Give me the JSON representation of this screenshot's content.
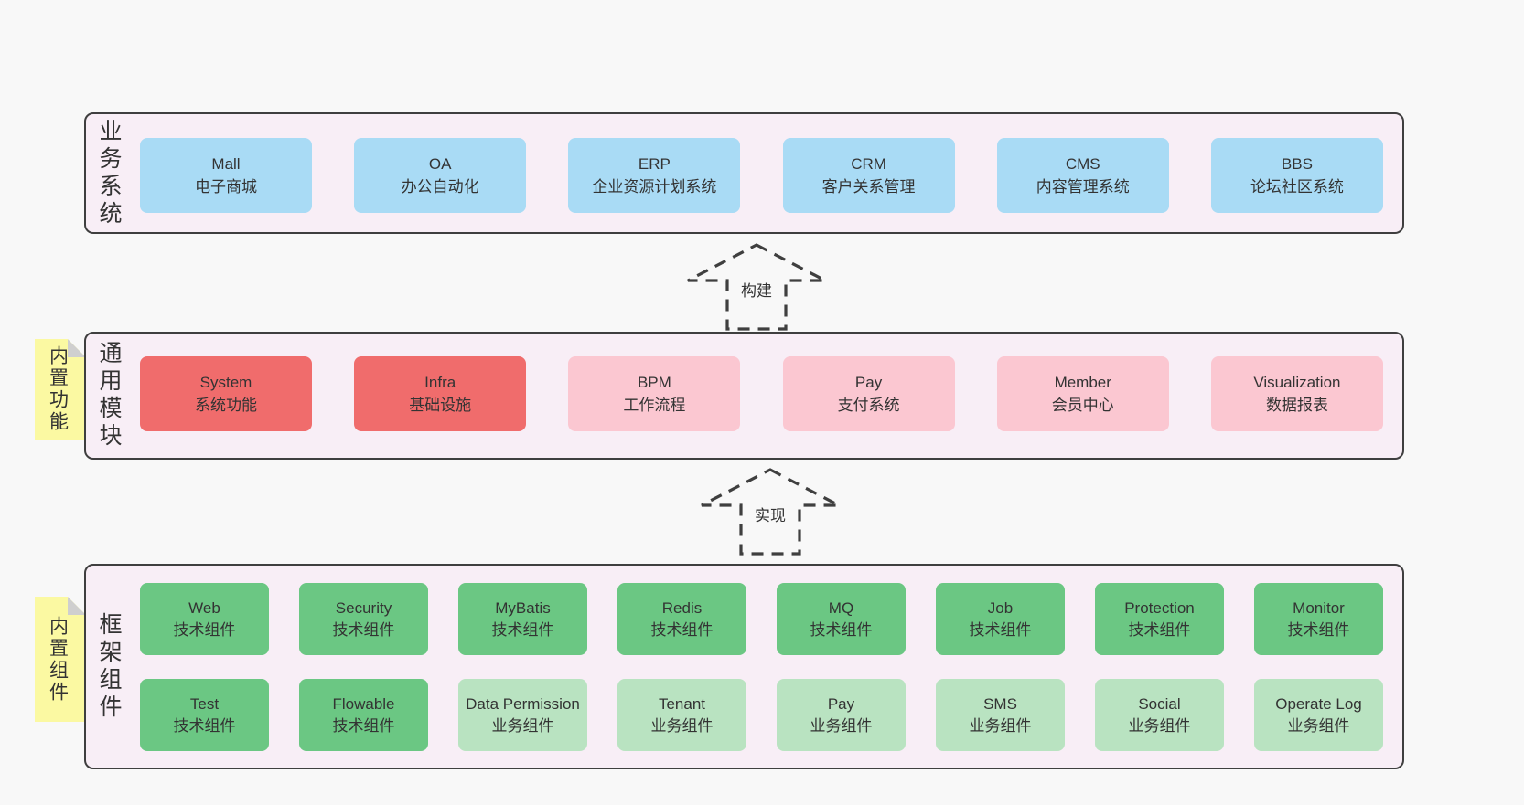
{
  "palette": {
    "blue": "#a9dbf5",
    "red": "#f06c6c",
    "pink": "#fbc7d1",
    "green": "#6bc783",
    "light_green": "#b9e3c1",
    "band_bg": "#f8eef6",
    "band_border": "#3f3f3f",
    "sticky": "#fbf9a2",
    "sticky_fold": "#cfcfcf",
    "arrow": "#3f3f3f",
    "text": "#333333",
    "page_bg": "#f8f8f8"
  },
  "arrows": [
    {
      "label": "构建"
    },
    {
      "label": "实现"
    }
  ],
  "stickies": [
    {
      "text": "内置功能"
    },
    {
      "text": "内置组件"
    }
  ],
  "bands": [
    {
      "label": "业务系统",
      "rows": [
        [
          {
            "name": "Mall",
            "subtitle": "电子商城",
            "type": "blue"
          },
          {
            "name": "OA",
            "subtitle": "办公自动化",
            "type": "blue"
          },
          {
            "name": "ERP",
            "subtitle": "企业资源计划系统",
            "type": "blue"
          },
          {
            "name": "CRM",
            "subtitle": "客户关系管理",
            "type": "blue"
          },
          {
            "name": "CMS",
            "subtitle": "内容管理系统",
            "type": "blue"
          },
          {
            "name": "BBS",
            "subtitle": "论坛社区系统",
            "type": "blue"
          }
        ]
      ]
    },
    {
      "label": "通用模块",
      "rows": [
        [
          {
            "name": "System",
            "subtitle": "系统功能",
            "type": "red"
          },
          {
            "name": "Infra",
            "subtitle": "基础设施",
            "type": "red"
          },
          {
            "name": "BPM",
            "subtitle": "工作流程",
            "type": "pink"
          },
          {
            "name": "Pay",
            "subtitle": "支付系统",
            "type": "pink"
          },
          {
            "name": "Member",
            "subtitle": "会员中心",
            "type": "pink"
          },
          {
            "name": "Visualization",
            "subtitle": "数据报表",
            "type": "pink"
          }
        ]
      ]
    },
    {
      "label": "框架组件",
      "rows": [
        [
          {
            "name": "Web",
            "subtitle": "技术组件",
            "type": "green"
          },
          {
            "name": "Security",
            "subtitle": "技术组件",
            "type": "green"
          },
          {
            "name": "MyBatis",
            "subtitle": "技术组件",
            "type": "green"
          },
          {
            "name": "Redis",
            "subtitle": "技术组件",
            "type": "green"
          },
          {
            "name": "MQ",
            "subtitle": "技术组件",
            "type": "green"
          },
          {
            "name": "Job",
            "subtitle": "技术组件",
            "type": "green"
          },
          {
            "name": "Protection",
            "subtitle": "技术组件",
            "type": "green"
          },
          {
            "name": "Monitor",
            "subtitle": "技术组件",
            "type": "green"
          }
        ],
        [
          {
            "name": "Test",
            "subtitle": "技术组件",
            "type": "green"
          },
          {
            "name": "Flowable",
            "subtitle": "技术组件",
            "type": "green"
          },
          {
            "name": "Data Permission",
            "subtitle": "业务组件",
            "type": "light_green"
          },
          {
            "name": "Tenant",
            "subtitle": "业务组件",
            "type": "light_green"
          },
          {
            "name": "Pay",
            "subtitle": "业务组件",
            "type": "light_green"
          },
          {
            "name": "SMS",
            "subtitle": "业务组件",
            "type": "light_green"
          },
          {
            "name": "Social",
            "subtitle": "业务组件",
            "type": "light_green"
          },
          {
            "name": "Operate Log",
            "subtitle": "业务组件",
            "type": "light_green"
          }
        ]
      ]
    }
  ]
}
